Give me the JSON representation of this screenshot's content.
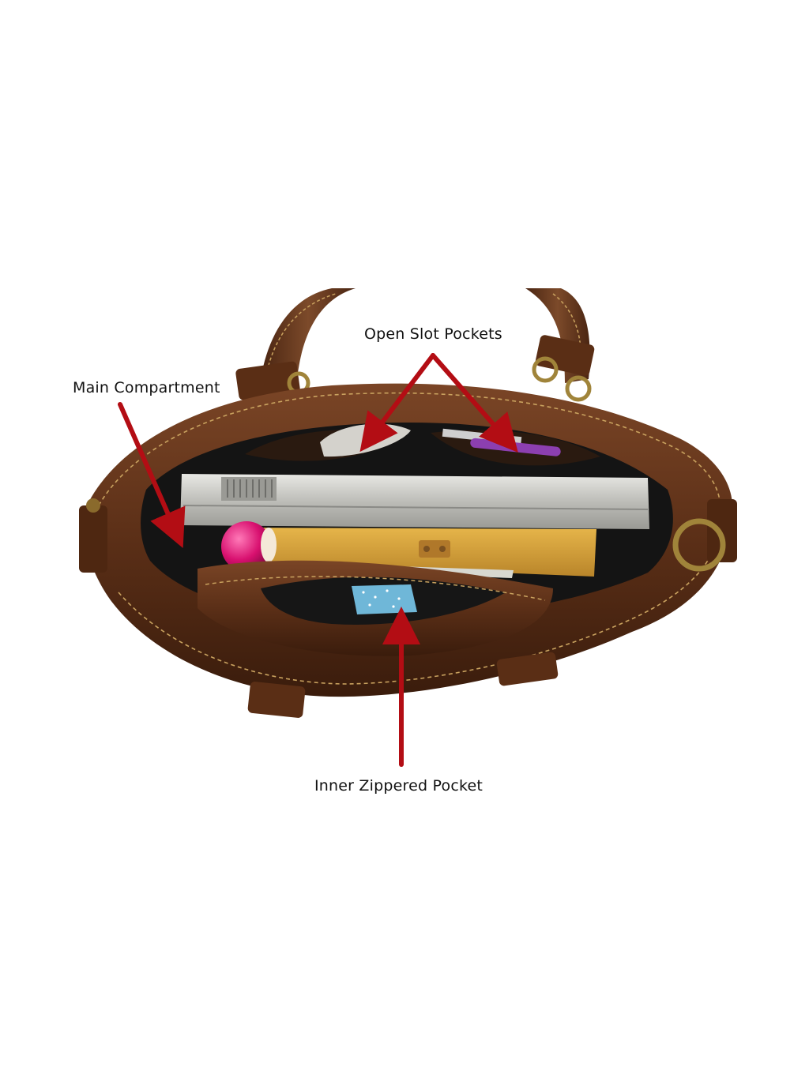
{
  "image": {
    "description_type": "product photo",
    "background_color": "#ffffff"
  },
  "callouts": {
    "main_compartment": "Main Compartment",
    "open_slot_pockets": "Open Slot Pockets",
    "inner_zippered_pocket": "Inner Zippered Pocket"
  },
  "colors": {
    "arrow": "#b30d14",
    "leather_dark": "#3b1e0f",
    "leather_mid": "#6b3a1e",
    "leather_light": "#8a5533",
    "stitching": "#c9a25f",
    "brass": "#a0843a",
    "laptop": "#c8c8c4",
    "notebook": "#d9a63a",
    "ball": "#e0157a",
    "lining": "#1a1a1a",
    "pouch": "#6fb7d8"
  }
}
